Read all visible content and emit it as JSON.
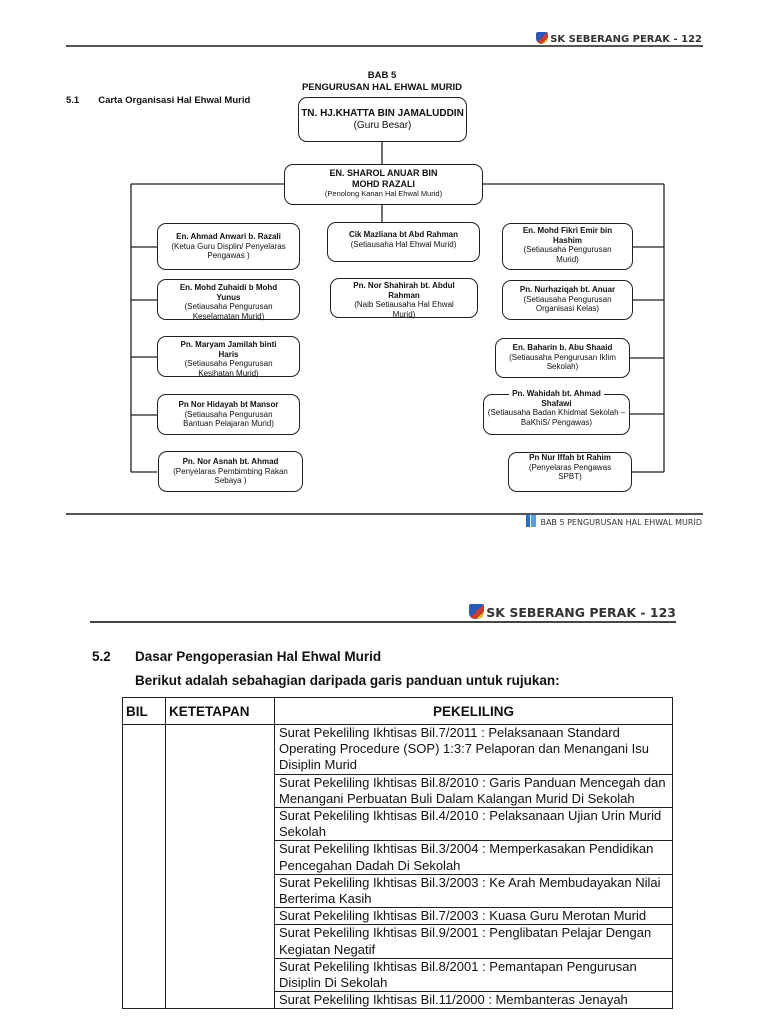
{
  "page1": {
    "header": "SK SEBERANG PERAK - 122",
    "chapter": "BAB 5",
    "chapter_title": "PENGURUSAN HAL EHWAL MURID",
    "section_number": "5.1",
    "section_title": "Carta Organisasi Hal Ehwal Murid",
    "org": {
      "head": {
        "name": "TN. HJ.KHATTA BIN JAMALUDDIN",
        "role": "(Guru Besar)"
      },
      "deputy": {
        "name": "EN. SHAROL ANUAR BIN MOHD RAZALI",
        "role": "(Penolong Kanan Hal Ehwal Murid)"
      },
      "left": [
        {
          "name": "En. Ahmad Anwari b. Razali",
          "role": "(Ketua Guru Displin/ Penyelaras Pengawas )"
        },
        {
          "name": "En. Mohd Zuhaidi b Mohd Yunus",
          "role": "(Setiausaha Pengurusan Keselamatan Murid)"
        },
        {
          "name": "Pn. Maryam Jamilah binti Haris",
          "role": "(Setiausaha Pengurusan Kesihatan Murid)"
        },
        {
          "name": "Pn Nor Hidayah bt Mansor",
          "role": "(Setiausaha Pengurusan Bantuan Pelajaran Murid)"
        },
        {
          "name": "Pn. Nor Asnah bt. Ahmad",
          "role": "(Penyelaras Pembimbing Rakan Sebaya )"
        }
      ],
      "middle": [
        {
          "name": "Cik Mazliana bt Abd Rahman",
          "role": "(Setiausaha Hal Ehwal Murid)"
        },
        {
          "name": "Pn. Nor Shahirah  bt. Abdul Rahman",
          "role": "(Naib Setiausaha Hal Ehwal Murid)"
        }
      ],
      "right": [
        {
          "name": "En. Mohd Fikri Emir bin Hashim",
          "role": "(Setiausaha Pengurusan Murid)"
        },
        {
          "name": "Pn. Nurhaziqah bt. Anuar",
          "role": "(Setiausaha Pengurusan Organisasi Kelas)"
        },
        {
          "name": "En. Baharin b. Abu Shaaid",
          "role": "(Setiausaha Pengurusan Iklim Sekolah)"
        },
        {
          "name": "Pn. Wahidah  bt. Ahmad Shafawi",
          "role": "(Setiausaha Badan Khidmat Sekolah – BaKhiS/ Pengawas)"
        },
        {
          "name": "Pn Nur Iffah bt Rahim",
          "role": "(Penyelaras Pengawas SPBT)"
        }
      ]
    },
    "footer": "BAB 5 PENGURUSAN HAL EHWAL MURID"
  },
  "page2": {
    "header": "SK SEBERANG PERAK - 123",
    "section_number": "5.2",
    "section_title": "Dasar Pengoperasian Hal Ehwal Murid",
    "intro": "Berikut adalah sebahagian daripada garis panduan untuk rujukan:",
    "table": {
      "headers": [
        "BIL",
        "KETETAPAN",
        "PEKELILING"
      ],
      "pekeliling": [
        "Surat Pekeliling Ikhtisas Bil.7/2011 : Pelaksanaan Standard Operating Procedure (SOP) 1:3:7 Pelaporan dan Menangani Isu Disiplin Murid",
        "Surat Pekeliling Ikhtisas Bil.8/2010 : Garis Panduan Mencegah dan Menangani Perbuatan Buli Dalam Kalangan Murid Di Sekolah",
        "Surat Pekeliling Ikhtisas Bil.4/2010 : Pelaksanaan Ujian Urin Murid Sekolah",
        "Surat Pekeliling Ikhtisas Bil.3/2004 : Memperkasakan Pendidikan Pencegahan Dadah Di Sekolah",
        "Surat Pekeliling Ikhtisas Bil.3/2003 : Ke Arah Membudayakan Nilai Berterima Kasih",
        "Surat Pekeliling Ikhtisas Bil.7/2003 : Kuasa Guru Merotan Murid",
        "Surat Pekeliling Ikhtisas Bil.9/2001 : Penglibatan Pelajar Dengan Kegiatan Negatif",
        "Surat Pekeliling Ikhtisas Bil.8/2001 : Pemantapan Pengurusan Disiplin Di Sekolah",
        "Surat Pekeliling Ikhtisas Bil.11/2000 : Membanteras Jenayah"
      ]
    }
  }
}
